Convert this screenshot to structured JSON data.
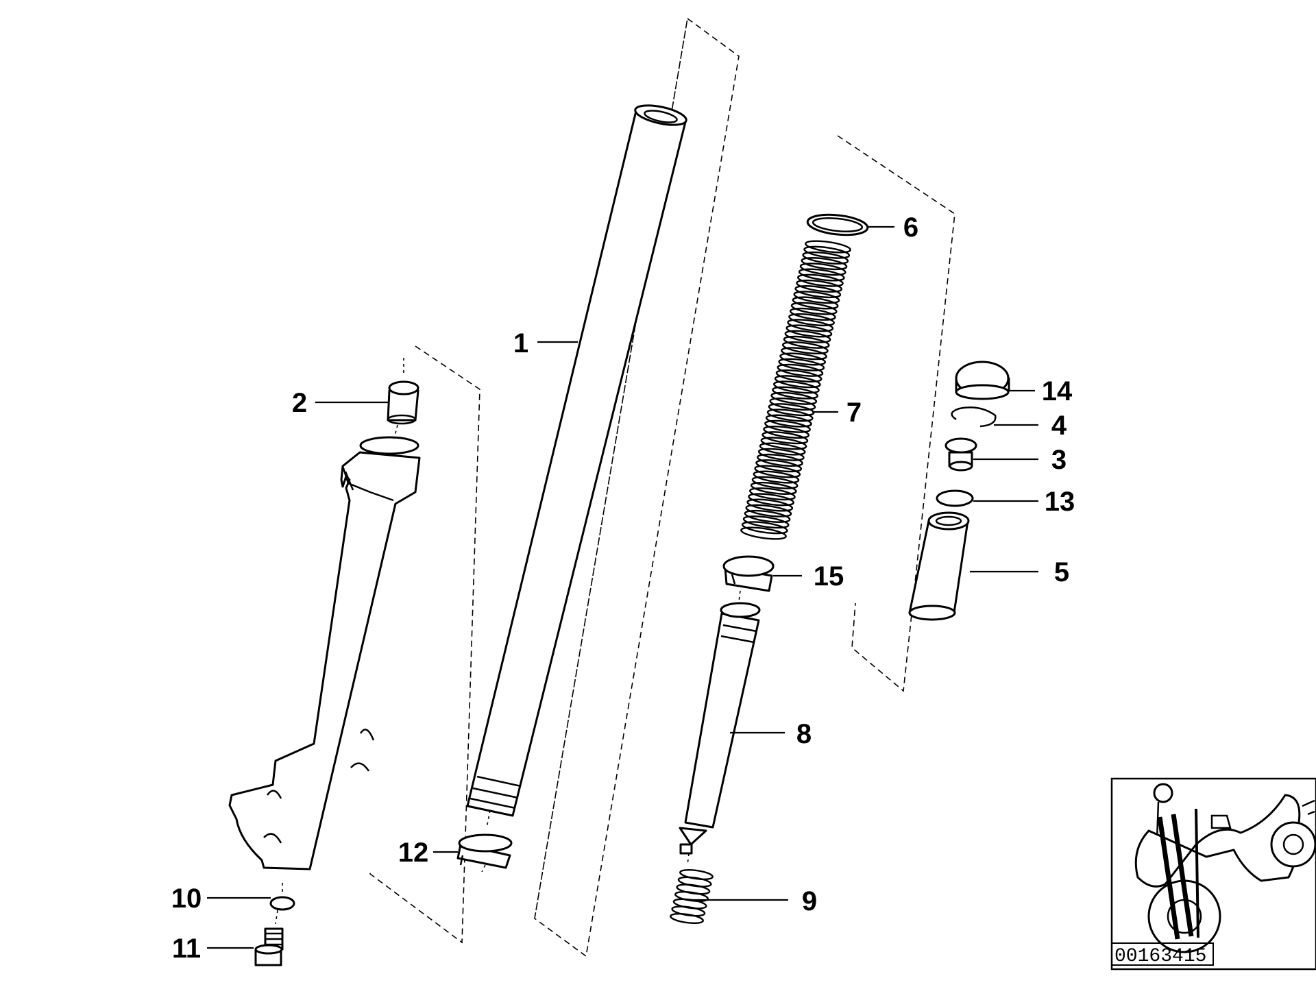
{
  "callouts": {
    "c1": "1",
    "c2": "2",
    "c3": "3",
    "c4": "4",
    "c5": "5",
    "c6": "6",
    "c7": "7",
    "c8": "8",
    "c9": "9",
    "c10": "10",
    "c11": "11",
    "c12": "12",
    "c13": "13",
    "c14": "14",
    "c15": "15"
  },
  "reference_number": "00163415",
  "icons": {
    "thumbnail": "motorcycle-fork-locator-icon"
  },
  "colors": {
    "line": "#000000",
    "background": "#ffffff"
  }
}
